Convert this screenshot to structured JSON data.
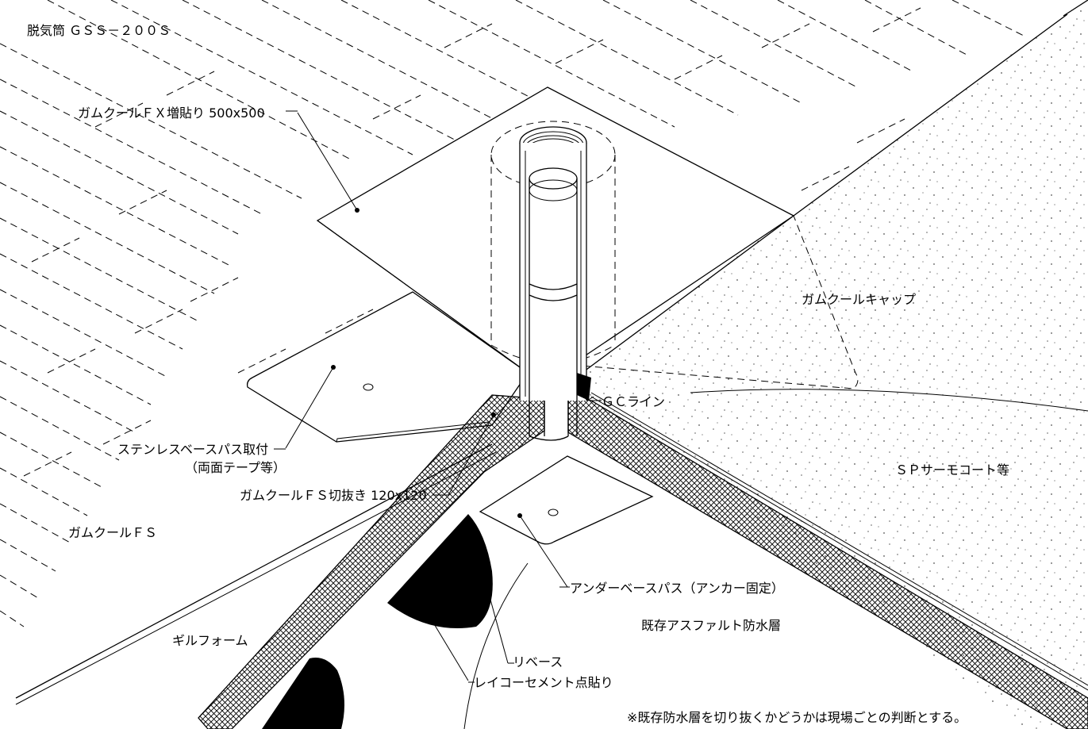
{
  "title": "脱気筒 ＧＳＳ－２００Ｓ",
  "labels": {
    "gumcool_fx": "ガムクールＦＸ増貼り 500x500",
    "gumcool_cap": "ガムクールキャップ",
    "gc_line": "ＧＣライン",
    "stainless_base_1": "ステンレスベースパス取付",
    "stainless_base_2": "（両面テープ等）",
    "gumcool_fs_cut": "ガムクールＦＳ切抜き 120x120",
    "sp_thermo": "ＳＰサーモコート等",
    "gumcool_fs": "ガムクールＦＳ",
    "under_base": "アンダーベースパス（アンカー固定）",
    "existing_asphalt": "既存アスファルト防水層",
    "gil_foam": "ギルフォーム",
    "rebase": "リベース",
    "reiko_cement": "レイコーセメント点貼り",
    "note": "※既存防水層を切り抜くかどうかは現場ごとの判断とする。"
  },
  "colors": {
    "ink": "#000000",
    "paper": "#ffffff"
  }
}
